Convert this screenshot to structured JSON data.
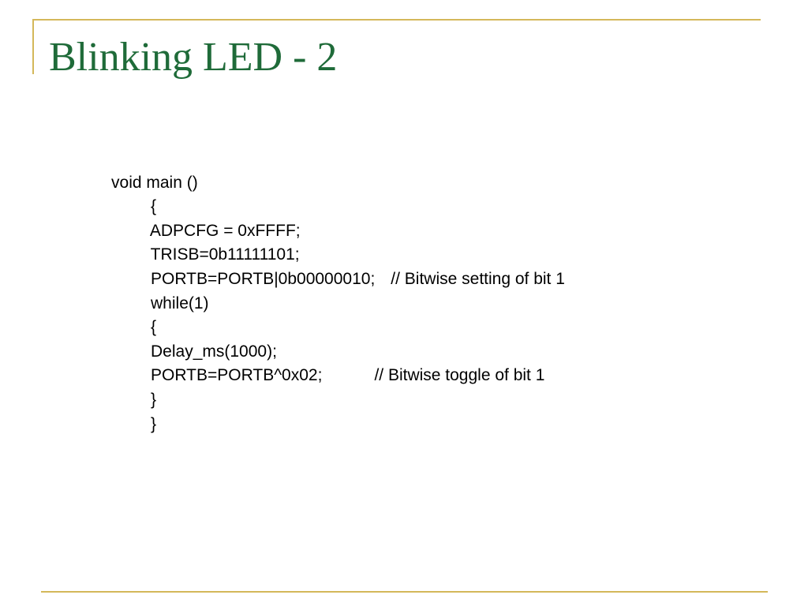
{
  "slide": {
    "title": "Blinking LED - 2",
    "colors": {
      "title": "#1f6b39",
      "accent_line": "#d4b85a",
      "text": "#000000",
      "background": "#ffffff"
    },
    "code_lines": [
      {
        "code": "void main ()",
        "comment": ""
      },
      {
        "code": "{",
        "comment": ""
      },
      {
        "code": "ADPCFG = 0xFFFF;",
        "comment": ""
      },
      {
        "code": "TRISB=0b11111101;",
        "comment": ""
      },
      {
        "code": "PORTB=PORTB|0b00000010;",
        "comment": "// Bitwise setting of bit 1"
      },
      {
        "code": "while(1)",
        "comment": ""
      },
      {
        "code": "{",
        "comment": ""
      },
      {
        "code": "Delay_ms(1000);",
        "comment": ""
      },
      {
        "code": "PORTB=PORTB^0x02;",
        "comment": "// Bitwise toggle of bit 1"
      },
      {
        "code": "}",
        "comment": ""
      },
      {
        "code": "}",
        "comment": ""
      }
    ]
  }
}
